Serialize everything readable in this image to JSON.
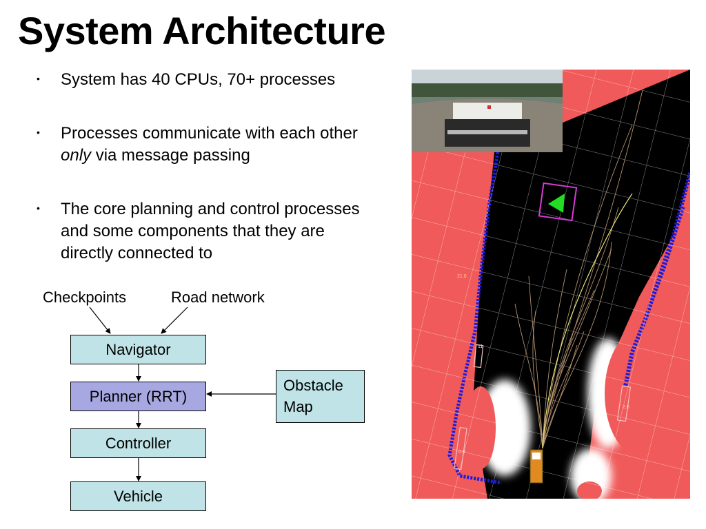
{
  "slide": {
    "title": "System Architecture",
    "bullets": [
      {
        "before": "System has 40 CPUs, 70+ processes",
        "emph": "",
        "after": ""
      },
      {
        "before": "Processes communicate with each other ",
        "emph": "only",
        "after": " via message passing"
      },
      {
        "before": "The core planning and control processes and some components that they are directly connected to",
        "emph": "",
        "after": ""
      }
    ]
  },
  "diagram": {
    "inputs": {
      "checkpoints": "Checkpoints",
      "road_network": "Road network"
    },
    "pipeline": [
      "Navigator",
      "Planner (RRT)",
      "Controller",
      "Vehicle"
    ],
    "obstacle_map": {
      "line1": "Obstacle",
      "line2": "Map"
    }
  },
  "visualization": {
    "map_labels": [
      "21.0",
      "11",
      "2.0",
      "0.9"
    ],
    "colors": {
      "free": "#000000",
      "obstacle": "#f05a5a",
      "boundary": "#1c1cdc",
      "goal": "#22dd22",
      "grid": "#ffffff"
    }
  }
}
